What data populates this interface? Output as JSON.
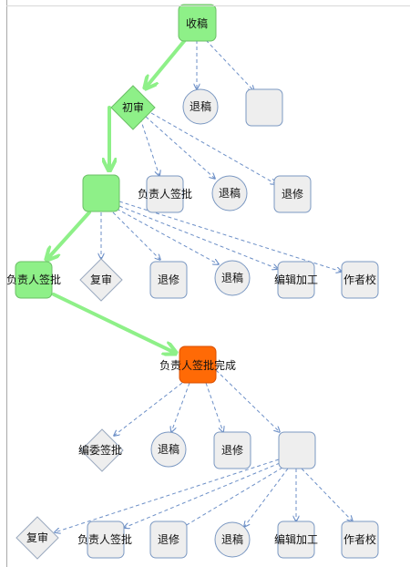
{
  "nodes": {
    "receive": {
      "label": "收稿",
      "color": "#8ef088"
    },
    "first_review": {
      "label": "初审",
      "color": "#8ef088"
    },
    "retreat_1": {
      "label": "退稿"
    },
    "blank_1": {
      "label": ""
    },
    "blank_green": {
      "label": "",
      "color": "#8ef088"
    },
    "principal_1": {
      "label": "负责人签批"
    },
    "retreat_2": {
      "label": "退稿"
    },
    "revise_1": {
      "label": "退修"
    },
    "principal_green": {
      "label": "负责人签批",
      "color": "#8ef088"
    },
    "second_review_1": {
      "label": "复审"
    },
    "revise_2": {
      "label": "退修"
    },
    "retreat_3": {
      "label": "退稿"
    },
    "editing_1": {
      "label": "编辑加工"
    },
    "author_check_1": {
      "label": "作者校"
    },
    "principal_done": {
      "label": "负责人签批完成",
      "color": "#ff6a06"
    },
    "editorial_approval": {
      "label": "编委签批"
    },
    "retreat_4": {
      "label": "退稿"
    },
    "revise_3": {
      "label": "退修"
    },
    "blank_2": {
      "label": ""
    },
    "second_review_2": {
      "label": "复审"
    },
    "principal_2": {
      "label": "负责人签批"
    },
    "revise_4": {
      "label": "退修"
    },
    "retreat_5": {
      "label": "退稿"
    },
    "editing_2": {
      "label": "编辑加工"
    },
    "author_check_2": {
      "label": "作者校"
    }
  },
  "colors": {
    "node_fill": "#eeeeee",
    "node_stroke": "#7b98c2",
    "active_fill": "#8ef088",
    "active_stroke": "#6bbf66",
    "done_fill": "#ff6a06",
    "done_stroke": "#d94f00",
    "flow_line": "#8ef088",
    "branch_line": "#6c8fc7"
  }
}
